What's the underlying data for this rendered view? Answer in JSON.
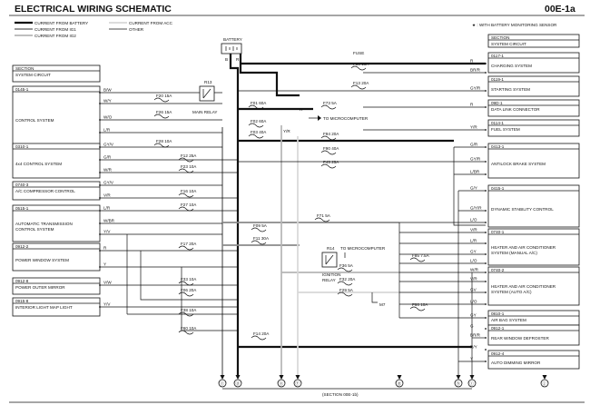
{
  "header": {
    "title": "ELECTRICAL WIRING SCHEMATIC",
    "page_code": "00E-1a",
    "note": "★ : WITH BATTERY MONITORING SENSOR"
  },
  "legend": [
    {
      "label": "CURRENT FROM BATTERY",
      "style": "battery"
    },
    {
      "label": "CURRENT FROM IG1",
      "style": "ig1"
    },
    {
      "label": "CURRENT FROM IG2",
      "style": "ig2"
    },
    {
      "label": "CURRENT FROM ACC",
      "style": "acc"
    },
    {
      "label": "OTHER",
      "style": "other"
    }
  ],
  "colors": {
    "battery": "#111111",
    "ig1": "#8a8a8a",
    "ig2": "#b5b5b5",
    "acc": "#d7d7d7",
    "other": "#111111"
  },
  "components": {
    "battery": "BATTERY",
    "main_relay": {
      "id": "R13",
      "name": "MAIN RELAY"
    },
    "ignition_relay": {
      "id": "R14",
      "name": "IGNITION RELAY"
    },
    "microcomputer_1": "TO MICROCOMPUTER",
    "microcomputer_2": "TO MICROCOMPUTER",
    "ground_mark": "M7",
    "battery_terminals": [
      "B",
      "R"
    ]
  },
  "left_sections": [
    {
      "code": "SECTION",
      "title": "SYSTEM CIRCUIT"
    },
    {
      "code": "0145-1",
      "title": "CONTROL SYSTEM"
    },
    {
      "code": "0310-1",
      "title": "4x4 CONTROL SYSTEM"
    },
    {
      "code": "0740-3",
      "title": "A/C COMPRESSOR CONTROL"
    },
    {
      "code": "0515-1",
      "title": "AUTOMATIC TRANSMISSION CONTROL SYSTEM"
    },
    {
      "code": "0912-2",
      "title": "POWER WINDOW SYSTEM"
    },
    {
      "code": "0912-8",
      "title": "POWER OUTER MIRROR"
    },
    {
      "code": "0915-8",
      "title": "INTERIOR LIGHT MAP LIGHT"
    }
  ],
  "right_sections": [
    {
      "code": "SECTION",
      "title": "SYSTEM CIRCUIT"
    },
    {
      "code": "0117-1",
      "title": "CHARGING SYSTEM"
    },
    {
      "code": "0119-1",
      "title": "STARTING SYSTEM"
    },
    {
      "code": "09D-1",
      "title": "DATA LINK CONNECTOR"
    },
    {
      "code": "0114-1",
      "title": "FUEL SYSTEM"
    },
    {
      "code": "0413-1",
      "title": "ANTILOCK BRAKE SYSTEM"
    },
    {
      "code": "0415-1",
      "title": "DYNAMIC STABILITY CONTROL"
    },
    {
      "code": "0740-1",
      "title": "HEATER AND AIR CONDITIONER SYSTEM (MANUAL A/C)"
    },
    {
      "code": "0740-2",
      "title": "HEATER AND AIR CONDITIONER SYSTEM (AUTO A/C)"
    },
    {
      "code": "0810-1",
      "title": "AIR BAG SYSTEM"
    },
    {
      "code": "0912-1",
      "title": "REAR WINDOW DEFROSTER"
    },
    {
      "code": "0912-4",
      "title": "AUTO DIMMING MIRROR"
    }
  ],
  "fuses": [
    {
      "id": "fuse-label",
      "label": "FUSE"
    },
    {
      "id": "f30",
      "label": "F30 10A"
    },
    {
      "id": "f13",
      "label": "F13 20A"
    },
    {
      "id": "f20",
      "label": "F20 15A"
    },
    {
      "id": "f26",
      "label": "F26 15A"
    },
    {
      "id": "f01",
      "label": "F01 60A"
    },
    {
      "id": "f73",
      "label": "F73 5A"
    },
    {
      "id": "f02",
      "label": "F02 60A"
    },
    {
      "id": "f94",
      "label": "F94 20A"
    },
    {
      "id": "f03",
      "label": "F03 40A"
    },
    {
      "id": "f28",
      "label": "F28 10A"
    },
    {
      "id": "f90",
      "label": "F90 40A"
    },
    {
      "id": "f12",
      "label": "F12 25A"
    },
    {
      "id": "f45",
      "label": "F45 25A"
    },
    {
      "id": "f23",
      "label": "F23 10A"
    },
    {
      "id": "f16",
      "label": "F16 10A"
    },
    {
      "id": "f27",
      "label": "F27 10A"
    },
    {
      "id": "f71",
      "label": "F71 5A"
    },
    {
      "id": "f09",
      "label": "F09 5A"
    },
    {
      "id": "f11",
      "label": "F11 30A"
    },
    {
      "id": "f17",
      "label": "F17 20A"
    },
    {
      "id": "f85",
      "label": "F85 7.5A"
    },
    {
      "id": "f36",
      "label": "F36 5A"
    },
    {
      "id": "f33",
      "label": "F33 10A"
    },
    {
      "id": "f06",
      "label": "F06 20A"
    },
    {
      "id": "f32",
      "label": "F32 20A"
    },
    {
      "id": "f29",
      "label": "F29 5A"
    },
    {
      "id": "f38",
      "label": "F38 10A"
    },
    {
      "id": "f66",
      "label": "F66 10A"
    },
    {
      "id": "f60",
      "label": "F60 10A"
    },
    {
      "id": "f14",
      "label": "F14 20A"
    }
  ],
  "left_wire_colors": [
    "B/W",
    "W/Y",
    "W/O",
    "L/R",
    "GY/V",
    "G/R",
    "W/R",
    "GY/V",
    "V/R",
    "L/R",
    "W/BR",
    "Y/V",
    "R",
    "Y",
    "V/W",
    "Y/V"
  ],
  "right_wire_colors": [
    "R",
    "BR/R",
    "GY/R",
    "R",
    "Y/R",
    "G/R",
    "GY/R",
    "L/BR",
    "G/Y",
    "G/Y/R",
    "L/O",
    "V/R",
    "L/R",
    "GY",
    "L/O",
    "W/R",
    "V/R",
    "GV",
    "L/O",
    "GY",
    "G",
    "BR/R",
    "R/Y",
    "Y"
  ],
  "center_wire_colors": [
    "R",
    "Y/R"
  ],
  "bottom_connectors": [
    "ⓒ",
    "ⓓ",
    "ⓔ",
    "ⓕ",
    "ⓖ",
    "ⓗ",
    "ⓘ",
    "ⓙ"
  ],
  "footer": {
    "section_ref": "(SECTION 00E-1b)"
  }
}
